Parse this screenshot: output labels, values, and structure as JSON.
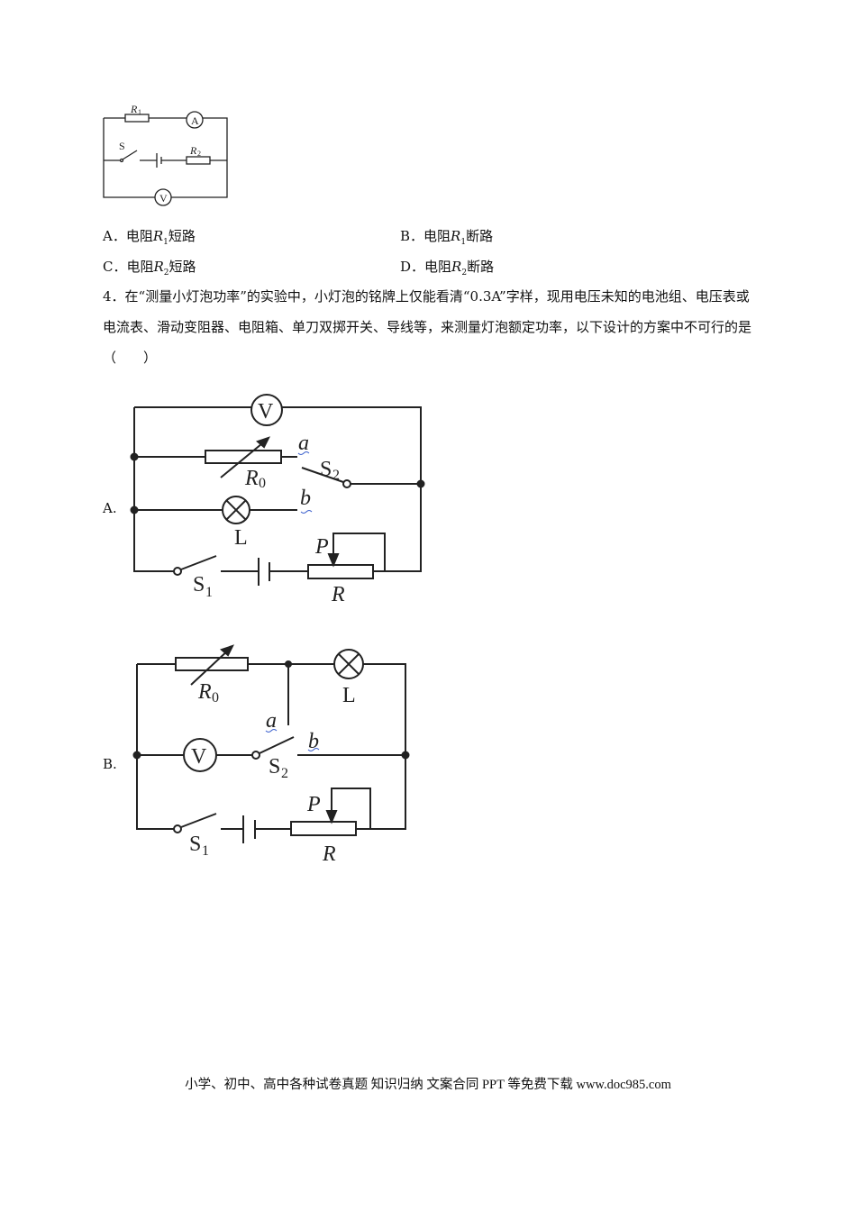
{
  "circuit1": {
    "r1": "R",
    "r1_sub": "1",
    "r2": "R",
    "r2_sub": "2",
    "ammeter": "A",
    "voltmeter": "V",
    "switch": "S"
  },
  "q3_options": [
    {
      "letter": "A．",
      "text_pre": "电阻",
      "r": "R",
      "sub": "1",
      "text_post": "短路"
    },
    {
      "letter": "B．",
      "text_pre": "电阻",
      "r": "R",
      "sub": "1",
      "text_post": "断路"
    },
    {
      "letter": "C．",
      "text_pre": "电阻",
      "r": "R",
      "sub": "2",
      "text_post": "短路"
    },
    {
      "letter": "D．",
      "text_pre": "电阻",
      "r": "R",
      "sub": "2",
      "text_post": "断路"
    }
  ],
  "q4": {
    "text": "4．在“测量小灯泡功率”的实验中，小灯泡的铭牌上仅能看清“0.3A”字样，现用电压未知的电池组、电压表或电流表、滑动变阻器、电阻箱、单刀双掷开关、导线等，来测量灯泡额定功率，以下设计的方案中不可行的是（　　）"
  },
  "option_a": {
    "label": "A.",
    "voltmeter": "V",
    "r0": "R",
    "r0_sub": "0",
    "a": "a",
    "b": "b",
    "s2": "S",
    "s2_sub": "2",
    "lamp": "L",
    "p": "P",
    "r": "R",
    "s1": "S",
    "s1_sub": "1"
  },
  "option_b": {
    "label": "B.",
    "voltmeter": "V",
    "r0": "R",
    "r0_sub": "0",
    "a": "a",
    "b": "b",
    "s2": "S",
    "s2_sub": "2",
    "lamp": "L",
    "p": "P",
    "r": "R",
    "s1": "S",
    "s1_sub": "1"
  },
  "footer": "小学、初中、高中各种试卷真题 知识归纳 文案合同 PPT 等免费下载   www.doc985.com"
}
